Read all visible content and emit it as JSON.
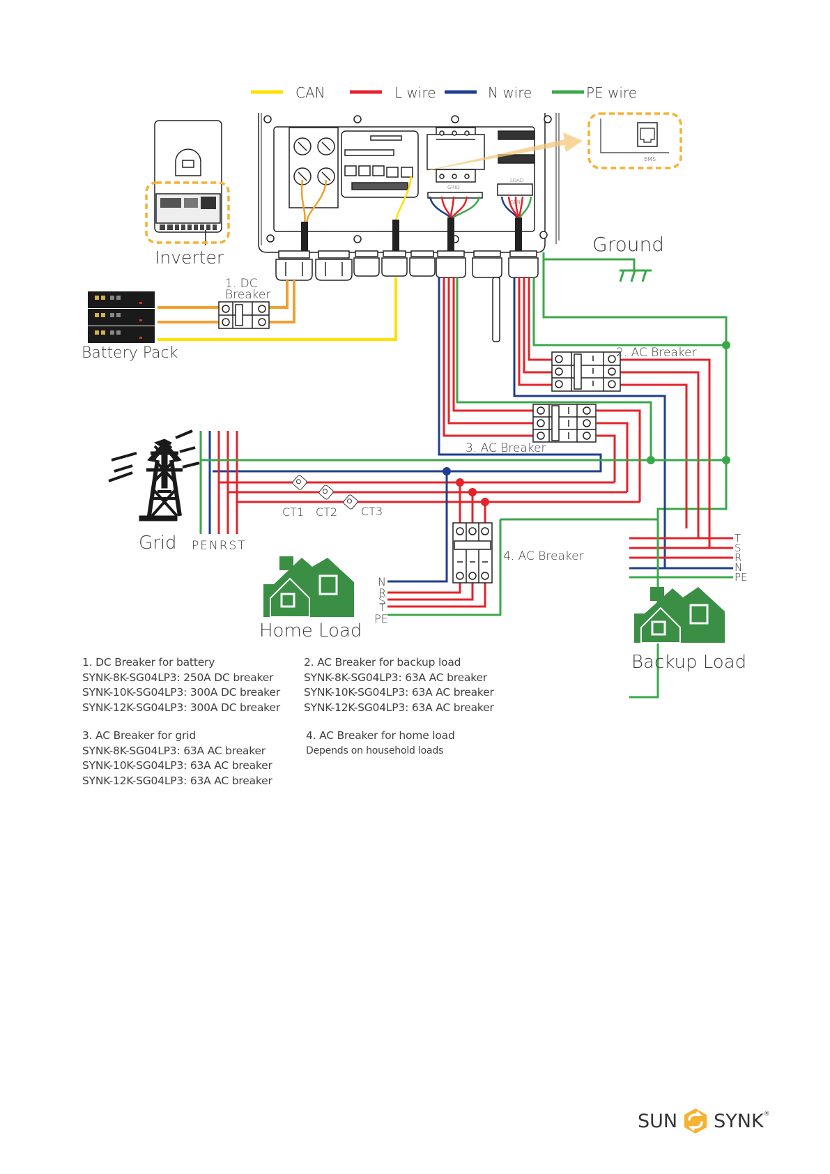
{
  "legend": {
    "items": [
      {
        "label": "CAN",
        "color": "#ffe000"
      },
      {
        "label": "L wire",
        "color": "#e3232a"
      },
      {
        "label": "N wire",
        "color": "#1f3f8f"
      },
      {
        "label": "PE wire",
        "color": "#3aa84a"
      }
    ]
  },
  "colors": {
    "can": "#ffe000",
    "l_wire": "#e3232a",
    "n_wire": "#1f3f8f",
    "pe_wire": "#3aa84a",
    "dc_wire": "#f0a030",
    "highlight": "#f5b233",
    "house": "#3a8f45",
    "line_art": "#222222"
  },
  "labels": {
    "inverter": "Inverter",
    "battery_pack": "Battery Pack",
    "ground": "Ground",
    "grid": "Grid",
    "grid_phases": "PENRST",
    "dc_breaker_line1": "1. DC",
    "dc_breaker_line2": "Breaker",
    "ac_breaker_2": "2. AC Breaker",
    "ac_breaker_3": "3. AC Breaker",
    "ac_breaker_4": "4. AC Breaker",
    "ct1": "CT1",
    "ct2": "CT2",
    "ct3": "CT3",
    "home_load": "Home Load",
    "backup_load": "Backup Load",
    "bms": "BMS",
    "grid_terminal": "GRID",
    "load_terminal": "LOAD",
    "gen_terminal": "GEN",
    "home_phases": [
      "N",
      "R",
      "S",
      "T",
      "PE"
    ],
    "backup_phases": [
      "T",
      "S",
      "R",
      "N",
      "PE"
    ]
  },
  "notes": {
    "note1": {
      "title": "1. DC Breaker for battery",
      "lines": [
        "SYNK-8K-SG04LP3: 250A DC breaker",
        "SYNK-10K-SG04LP3: 300A DC breaker",
        "SYNK-12K-SG04LP3: 300A DC breaker"
      ]
    },
    "note2": {
      "title": "2. AC Breaker for backup load",
      "lines": [
        "SYNK-8K-SG04LP3: 63A AC breaker",
        "SYNK-10K-SG04LP3: 63A AC breaker",
        "SYNK-12K-SG04LP3: 63A AC breaker"
      ]
    },
    "note3": {
      "title": "3. AC Breaker for grid",
      "lines": [
        "SYNK-8K-SG04LP3: 63A AC breaker",
        "SYNK-10K-SG04LP3: 63A AC breaker",
        "SYNK-12K-SG04LP3: 63A AC breaker"
      ]
    },
    "note4": {
      "title": "4. AC Breaker for home load",
      "lines": [
        "Depends on household loads"
      ]
    }
  },
  "logo": {
    "left": "SUN",
    "right": "SYNK",
    "reg": "®"
  }
}
